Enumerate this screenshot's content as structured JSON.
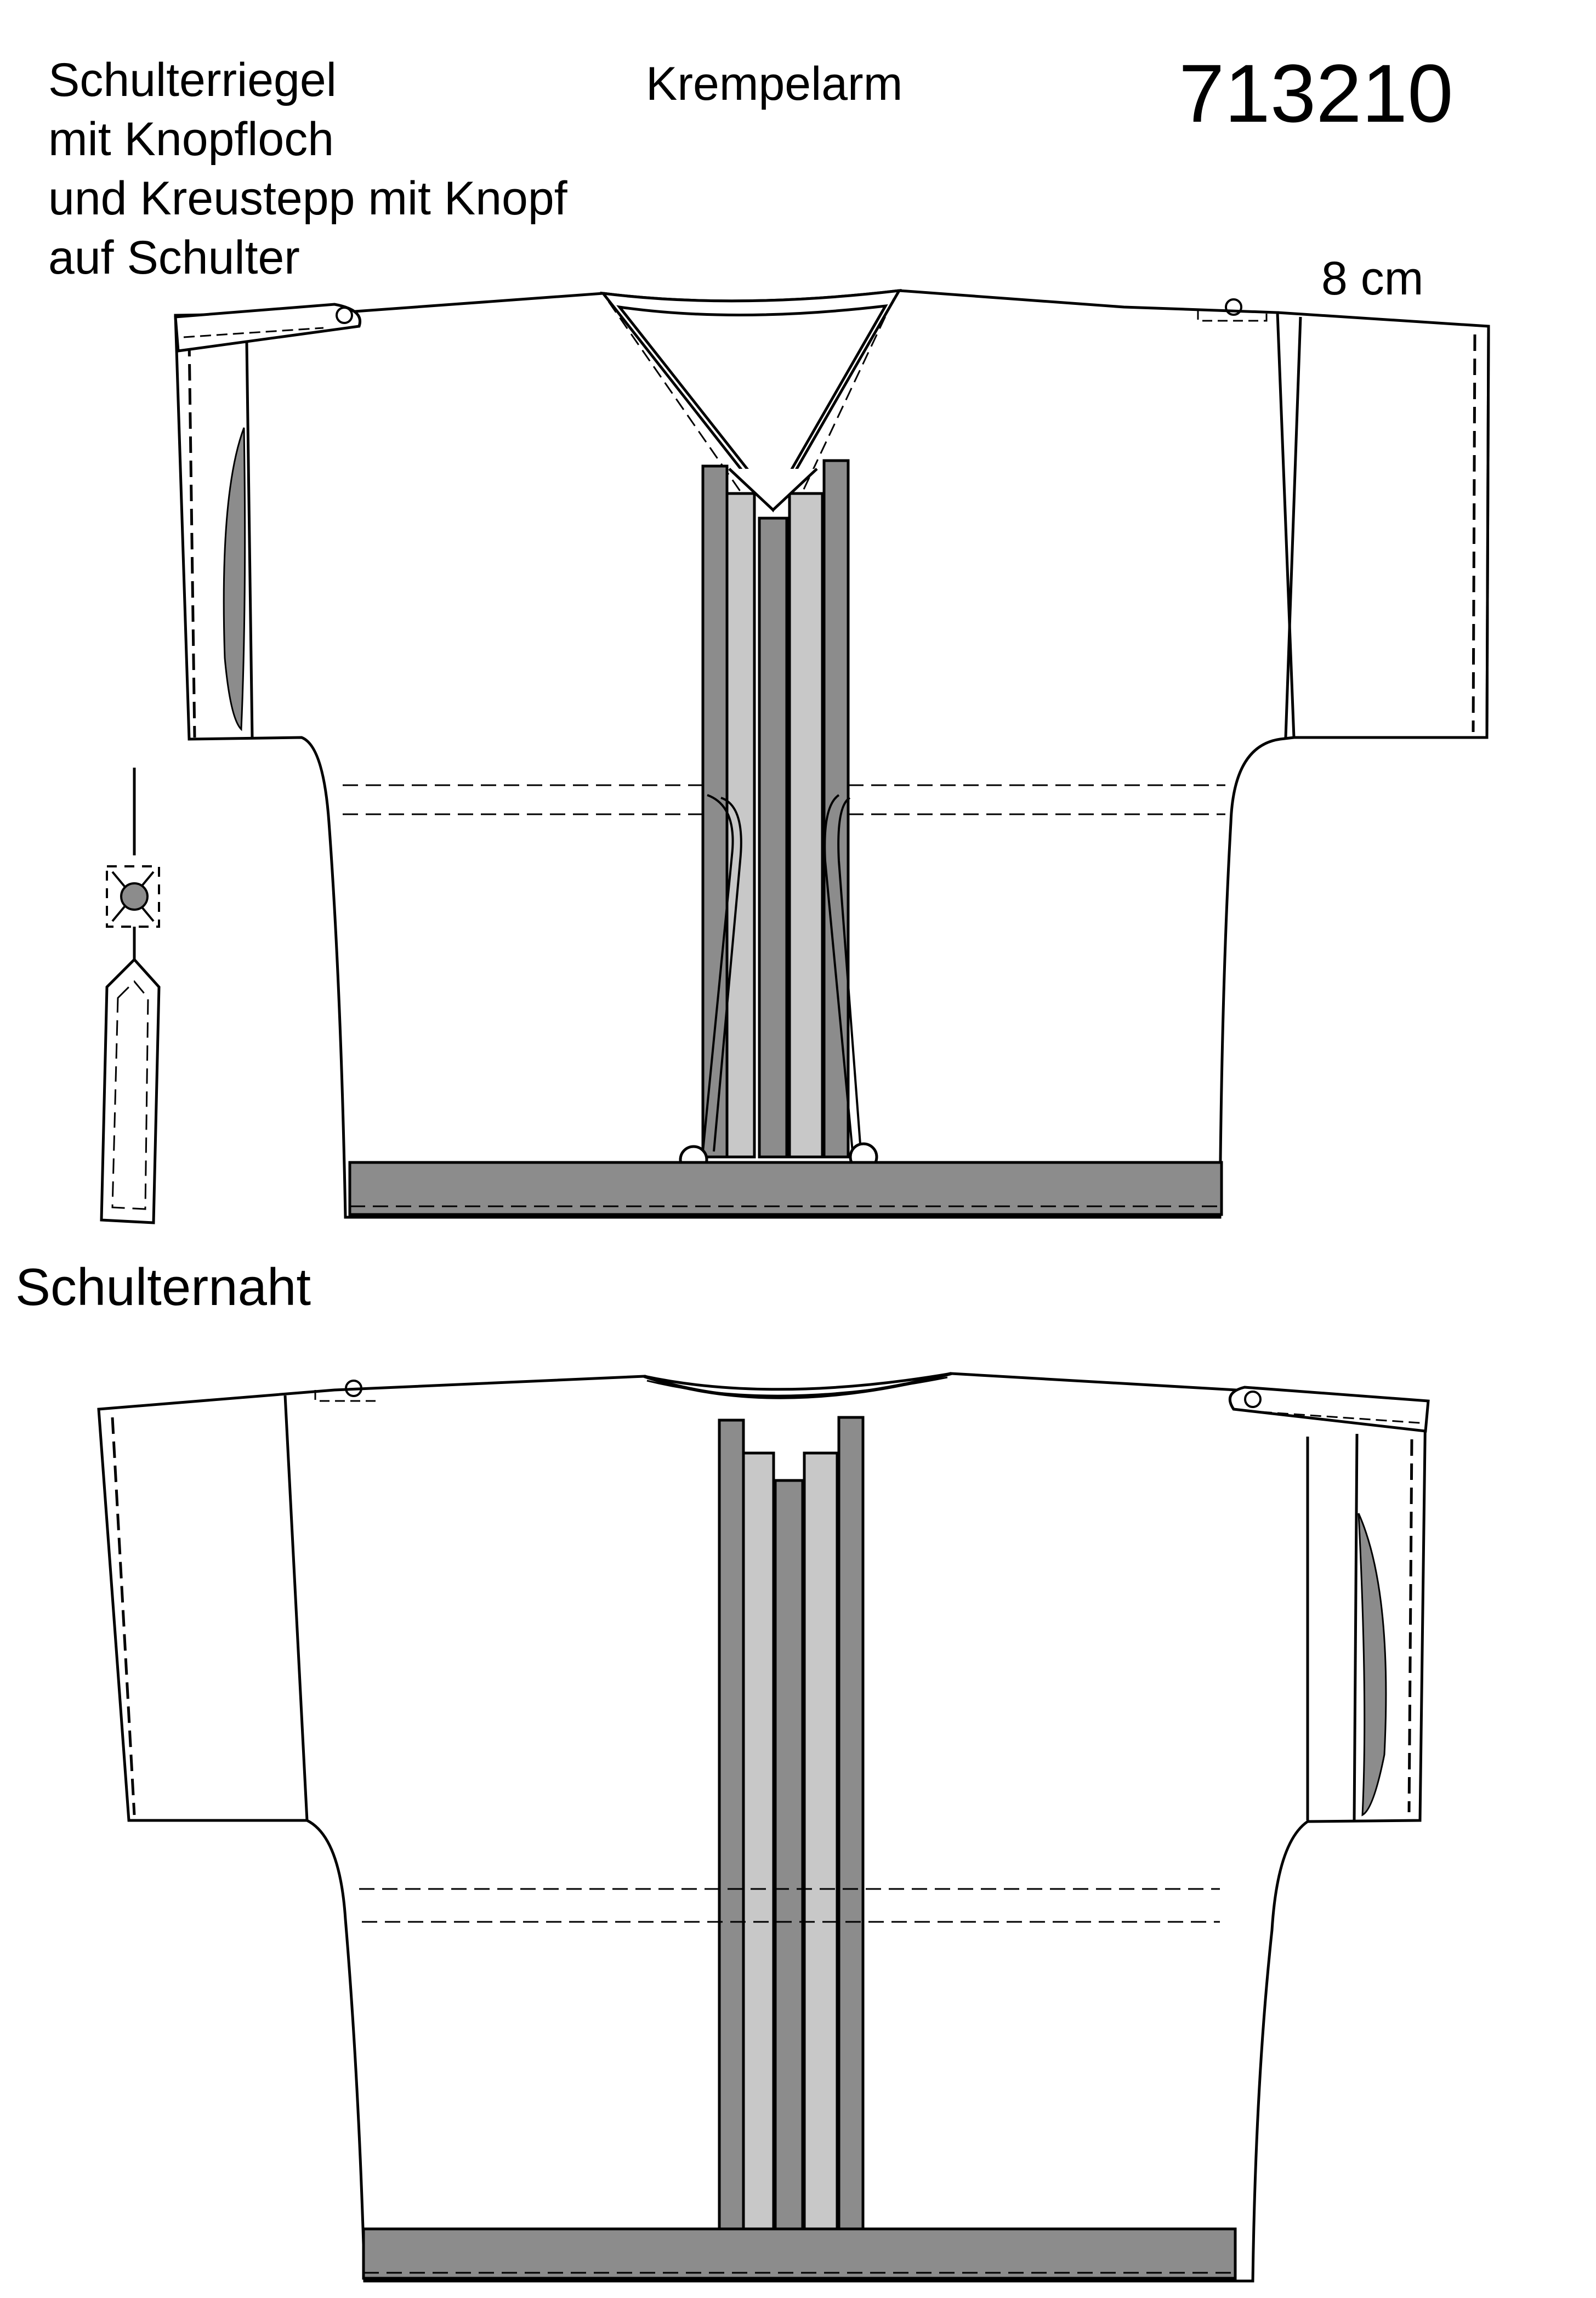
{
  "labels": {
    "shoulder_tab": [
      "Schulterriegel",
      "mit Knopfloch",
      "und Kreustepp mit Knopf",
      "auf Schulter"
    ],
    "krempelarm": "Krempelarm",
    "pattern_number": "713210",
    "sleeve_length": "8 cm",
    "shoulder_seam": "Schulternaht"
  },
  "colors": {
    "line": "#000000",
    "dark_gray": "#8c8c8c",
    "light_gray": "#c8c8c8",
    "fill": "#ffffff"
  }
}
